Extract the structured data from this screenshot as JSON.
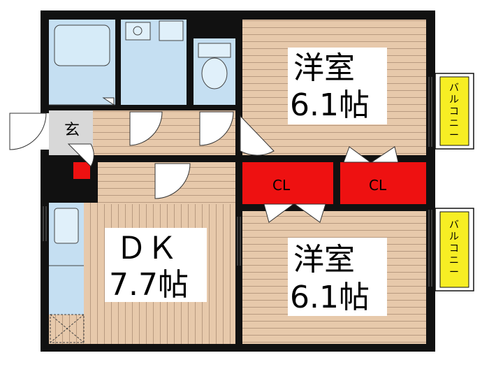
{
  "rooms": {
    "bedroom_top": {
      "name": "洋室",
      "size": "6.1帖"
    },
    "bedroom_bottom": {
      "name": "洋室",
      "size": "6.1帖"
    },
    "dk": {
      "name": "ＤＫ",
      "size": "7.7帖"
    }
  },
  "closets": {
    "left": "CL",
    "right": "CL"
  },
  "entrance": "玄",
  "balcony_top": [
    "バ",
    "ル",
    "コ",
    "ニ",
    "ー"
  ],
  "balcony_bottom": [
    "バ",
    "ル",
    "コ",
    "ニ",
    "ー"
  ],
  "colors": {
    "wall": "#111111",
    "wood": "#e7c9ab",
    "wood_line": "#b89a80",
    "water": "#c5dff2",
    "closet": "#ee1111",
    "balcony": "#f7ee24",
    "entrance": "#d8d8d8"
  }
}
